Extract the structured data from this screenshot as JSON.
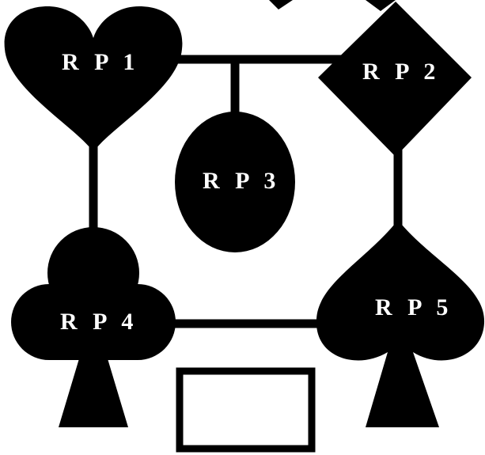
{
  "diagram": {
    "nodes": [
      {
        "id": "rp1",
        "label": "R P 1",
        "shape": "heart"
      },
      {
        "id": "rp2",
        "label": "R P 2",
        "shape": "diamond"
      },
      {
        "id": "rp3",
        "label": "R P 3",
        "shape": "ellipse"
      },
      {
        "id": "rp4",
        "label": "R P 4",
        "shape": "club"
      },
      {
        "id": "rp5",
        "label": "R P 5",
        "shape": "spade"
      }
    ],
    "edges": [
      {
        "from": "rp1",
        "to": "rp2"
      },
      {
        "from": "rp1-rp2-link",
        "to": "rp3"
      },
      {
        "from": "rp1",
        "to": "rp4"
      },
      {
        "from": "rp2",
        "to": "rp5"
      },
      {
        "from": "rp4",
        "to": "rp5"
      }
    ],
    "colors": {
      "shape_fill": "#000000",
      "label_text": "#ffffff",
      "background": "#ffffff"
    }
  }
}
